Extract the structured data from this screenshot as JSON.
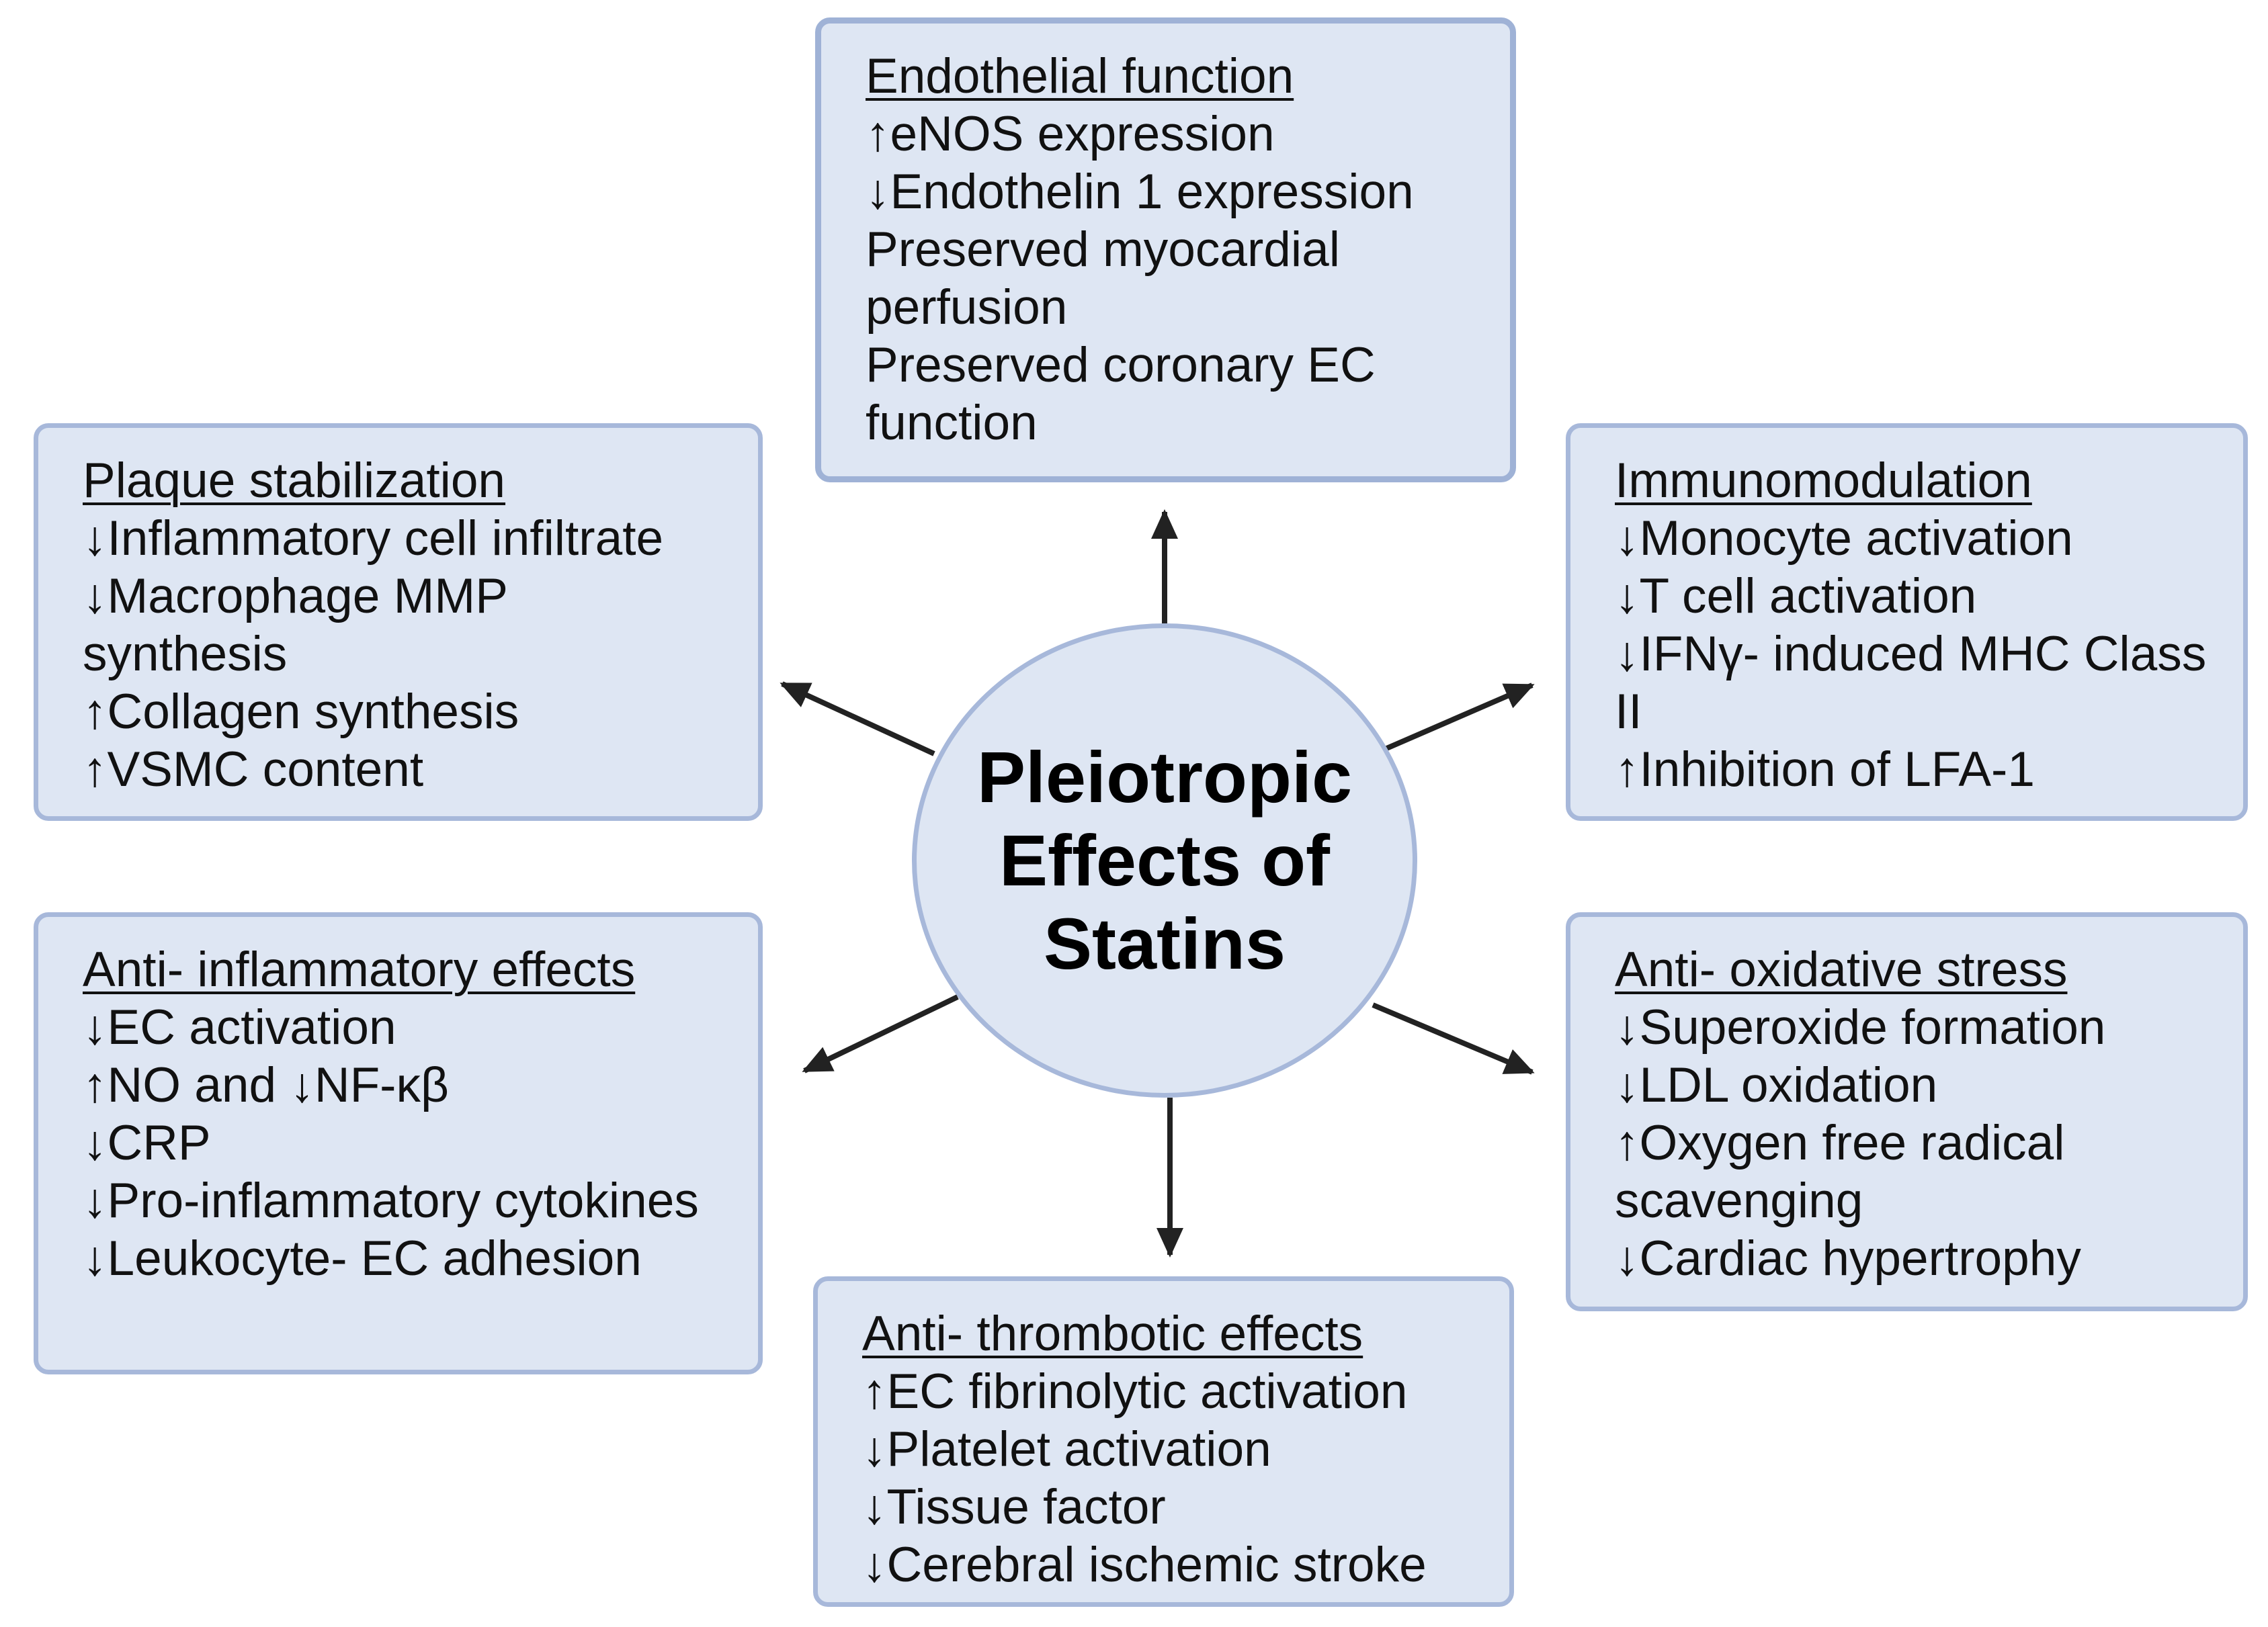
{
  "center": {
    "title_line1": "Pleiotropic",
    "title_line2": "Effects of",
    "title_line3": "Statins"
  },
  "colors": {
    "box_fill": "#dee6f3",
    "box_border": "#a7b8da",
    "arrow": "#222222"
  },
  "boxes": {
    "endothelial": {
      "title": "Endothelial function",
      "items": [
        "↑eNOS expression",
        "↓Endothelin 1 expression",
        "Preserved myocardial perfusion",
        "Preserved coronary EC function"
      ]
    },
    "plaque": {
      "title": "Plaque stabilization",
      "items": [
        "↓Inflammatory cell infiltrate",
        "↓Macrophage MMP synthesis",
        "↑Collagen synthesis",
        "↑VSMC content"
      ]
    },
    "immuno": {
      "title": "Immunomodulation",
      "items": [
        "↓Monocyte activation",
        "↓T cell activation",
        "↓IFNγ- induced MHC Class II",
        "↑Inhibition of LFA-1"
      ]
    },
    "anti_inflammatory": {
      "title": "Anti- inflammatory effects",
      "items": [
        "↓EC activation",
        "↑NO and ↓NF-κβ",
        "↓CRP",
        "↓Pro-inflammatory cytokines",
        "↓Leukocyte- EC adhesion"
      ]
    },
    "anti_oxidative": {
      "title": "Anti- oxidative stress",
      "items": [
        "↓Superoxide formation",
        "↓LDL oxidation",
        "↑Oxygen free radical scavenging",
        "↓Cardiac hypertrophy"
      ]
    },
    "anti_thrombotic": {
      "title": "Anti- thrombotic effects",
      "items": [
        "↑EC fibrinolytic activation",
        "↓Platelet activation",
        "↓Tissue factor",
        "↓Cerebral ischemic stroke"
      ]
    }
  }
}
